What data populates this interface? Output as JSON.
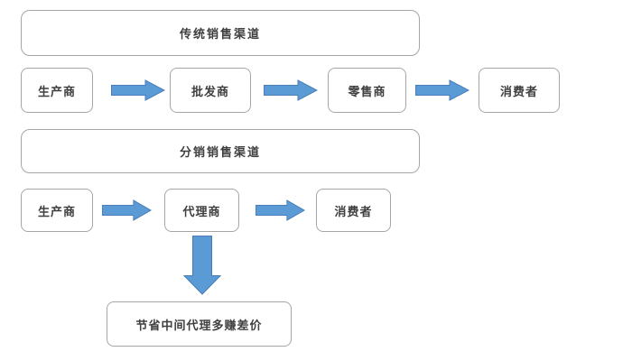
{
  "diagram": {
    "sections": [
      {
        "title": "传统销售渠道",
        "nodes": [
          "生产商",
          "批发商",
          "零售商",
          "消费者"
        ]
      },
      {
        "title": "分销销售渠道",
        "nodes": [
          "生产商",
          "代理商",
          "消费者"
        ],
        "note": "节省中间代理多赚差价"
      }
    ],
    "icons": {
      "right_arrow": "arrow-right-icon",
      "down_arrow": "arrow-down-icon"
    },
    "colors": {
      "arrow_fill": "#5b9bd5",
      "arrow_stroke": "#4a7ebb",
      "box_border": "#a6a6a6",
      "text": "#3f3f3f",
      "background": "#ffffff"
    }
  }
}
